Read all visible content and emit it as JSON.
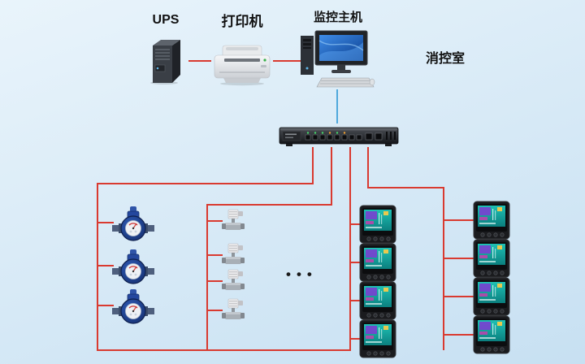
{
  "diagram": {
    "labels": {
      "ups": "UPS",
      "printer": "打印机",
      "host": "监控主机",
      "room": "消控室",
      "ellipsis": "•••"
    },
    "colors": {
      "background_top": "#e9f4fb",
      "background_bottom": "#c7e0f2",
      "connector_red": "#d93a30",
      "connector_blue": "#4fa8dc"
    },
    "devices": {
      "ups_tower": 1,
      "laser_printer": 1,
      "monitoring_workstation": 1,
      "network_switch": 1,
      "water_meter": 3,
      "valve_sensor": 4,
      "power_meter": 8
    }
  }
}
